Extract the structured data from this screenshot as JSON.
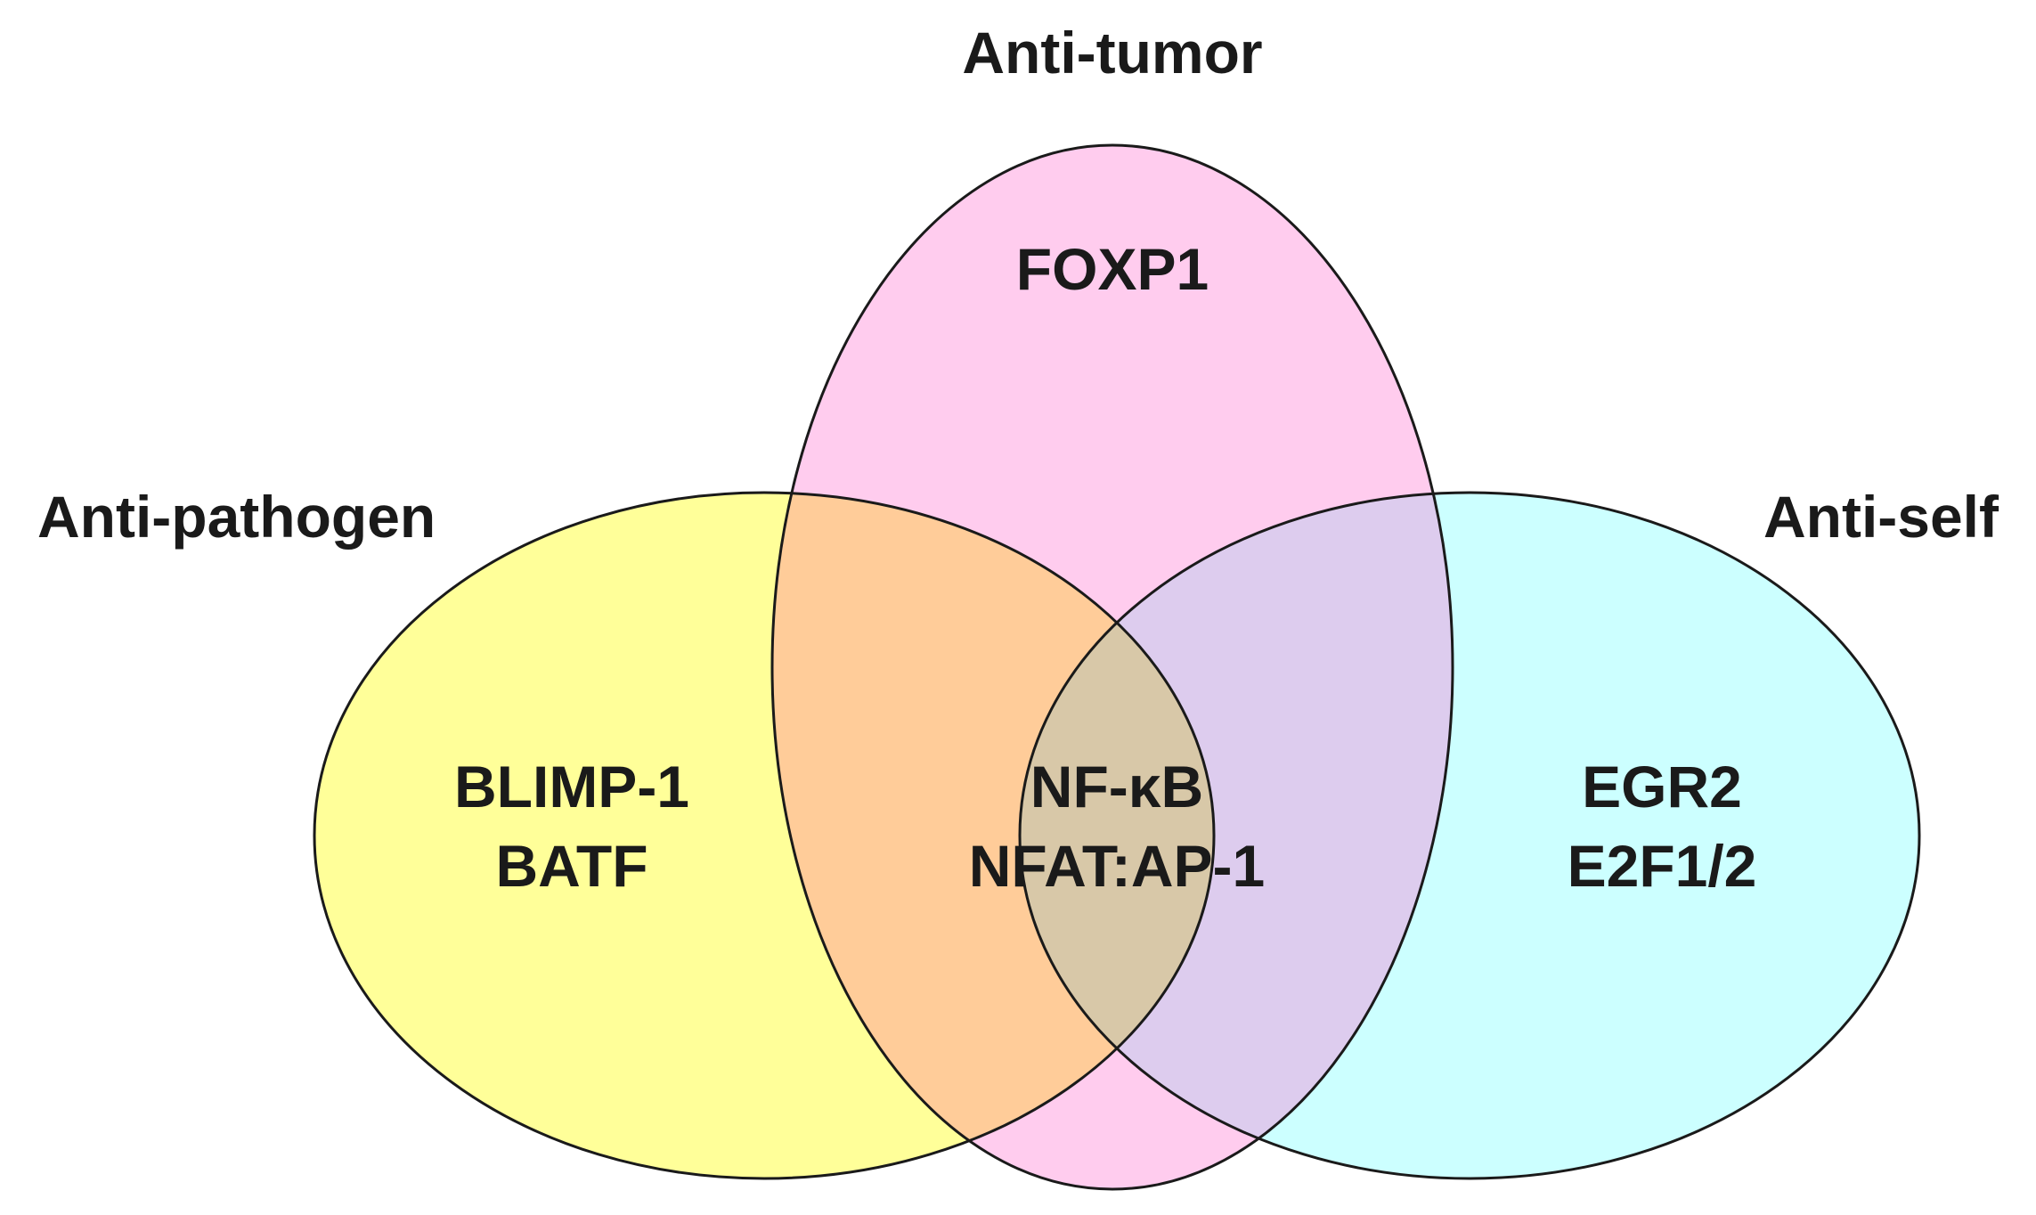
{
  "sets": [
    {
      "id": "anti-pathogen",
      "label": "Anti-pathogen",
      "color": "#FFFF99"
    },
    {
      "id": "anti-tumor",
      "label": "Anti-tumor",
      "color": "#FFCCEE"
    },
    {
      "id": "anti-self",
      "label": "Anti-self",
      "color": "#CCFFFF"
    }
  ],
  "overlap_colors": {
    "pathogen_tumor": "#FFCC99",
    "tumor_self": "#DDCCEE",
    "all_three": "#D8C8A8"
  },
  "outline_color": "#1a1a1a",
  "regions": {
    "tumor_only": [
      "FOXP1"
    ],
    "pathogen_only": [
      "BLIMP-1",
      "BATF"
    ],
    "self_only": [
      "EGR2",
      "E2F1/2"
    ],
    "all_three": [
      "NF-κB",
      "NFAT:AP-1"
    ]
  }
}
